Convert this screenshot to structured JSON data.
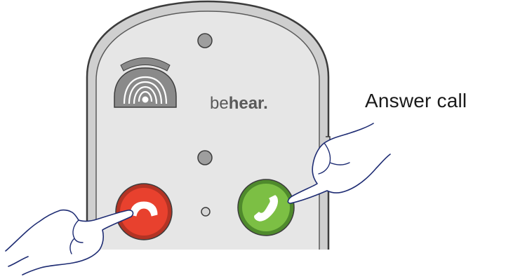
{
  "caption": {
    "text": "Answer call"
  },
  "device": {
    "brand_prefix": "be",
    "brand_suffix": "hear.",
    "buttons": [
      {
        "role": "hang-up",
        "icon": "phone-hangup-icon",
        "color": "#e8412e"
      },
      {
        "role": "answer",
        "icon": "phone-answer-icon",
        "color": "#7cbf44"
      }
    ],
    "body_color": "#e6e6e6",
    "outline_color": "#3c3c3c",
    "hand_outline_color": "#1e2c73",
    "signal_icon": "wireless-signal-icon"
  }
}
